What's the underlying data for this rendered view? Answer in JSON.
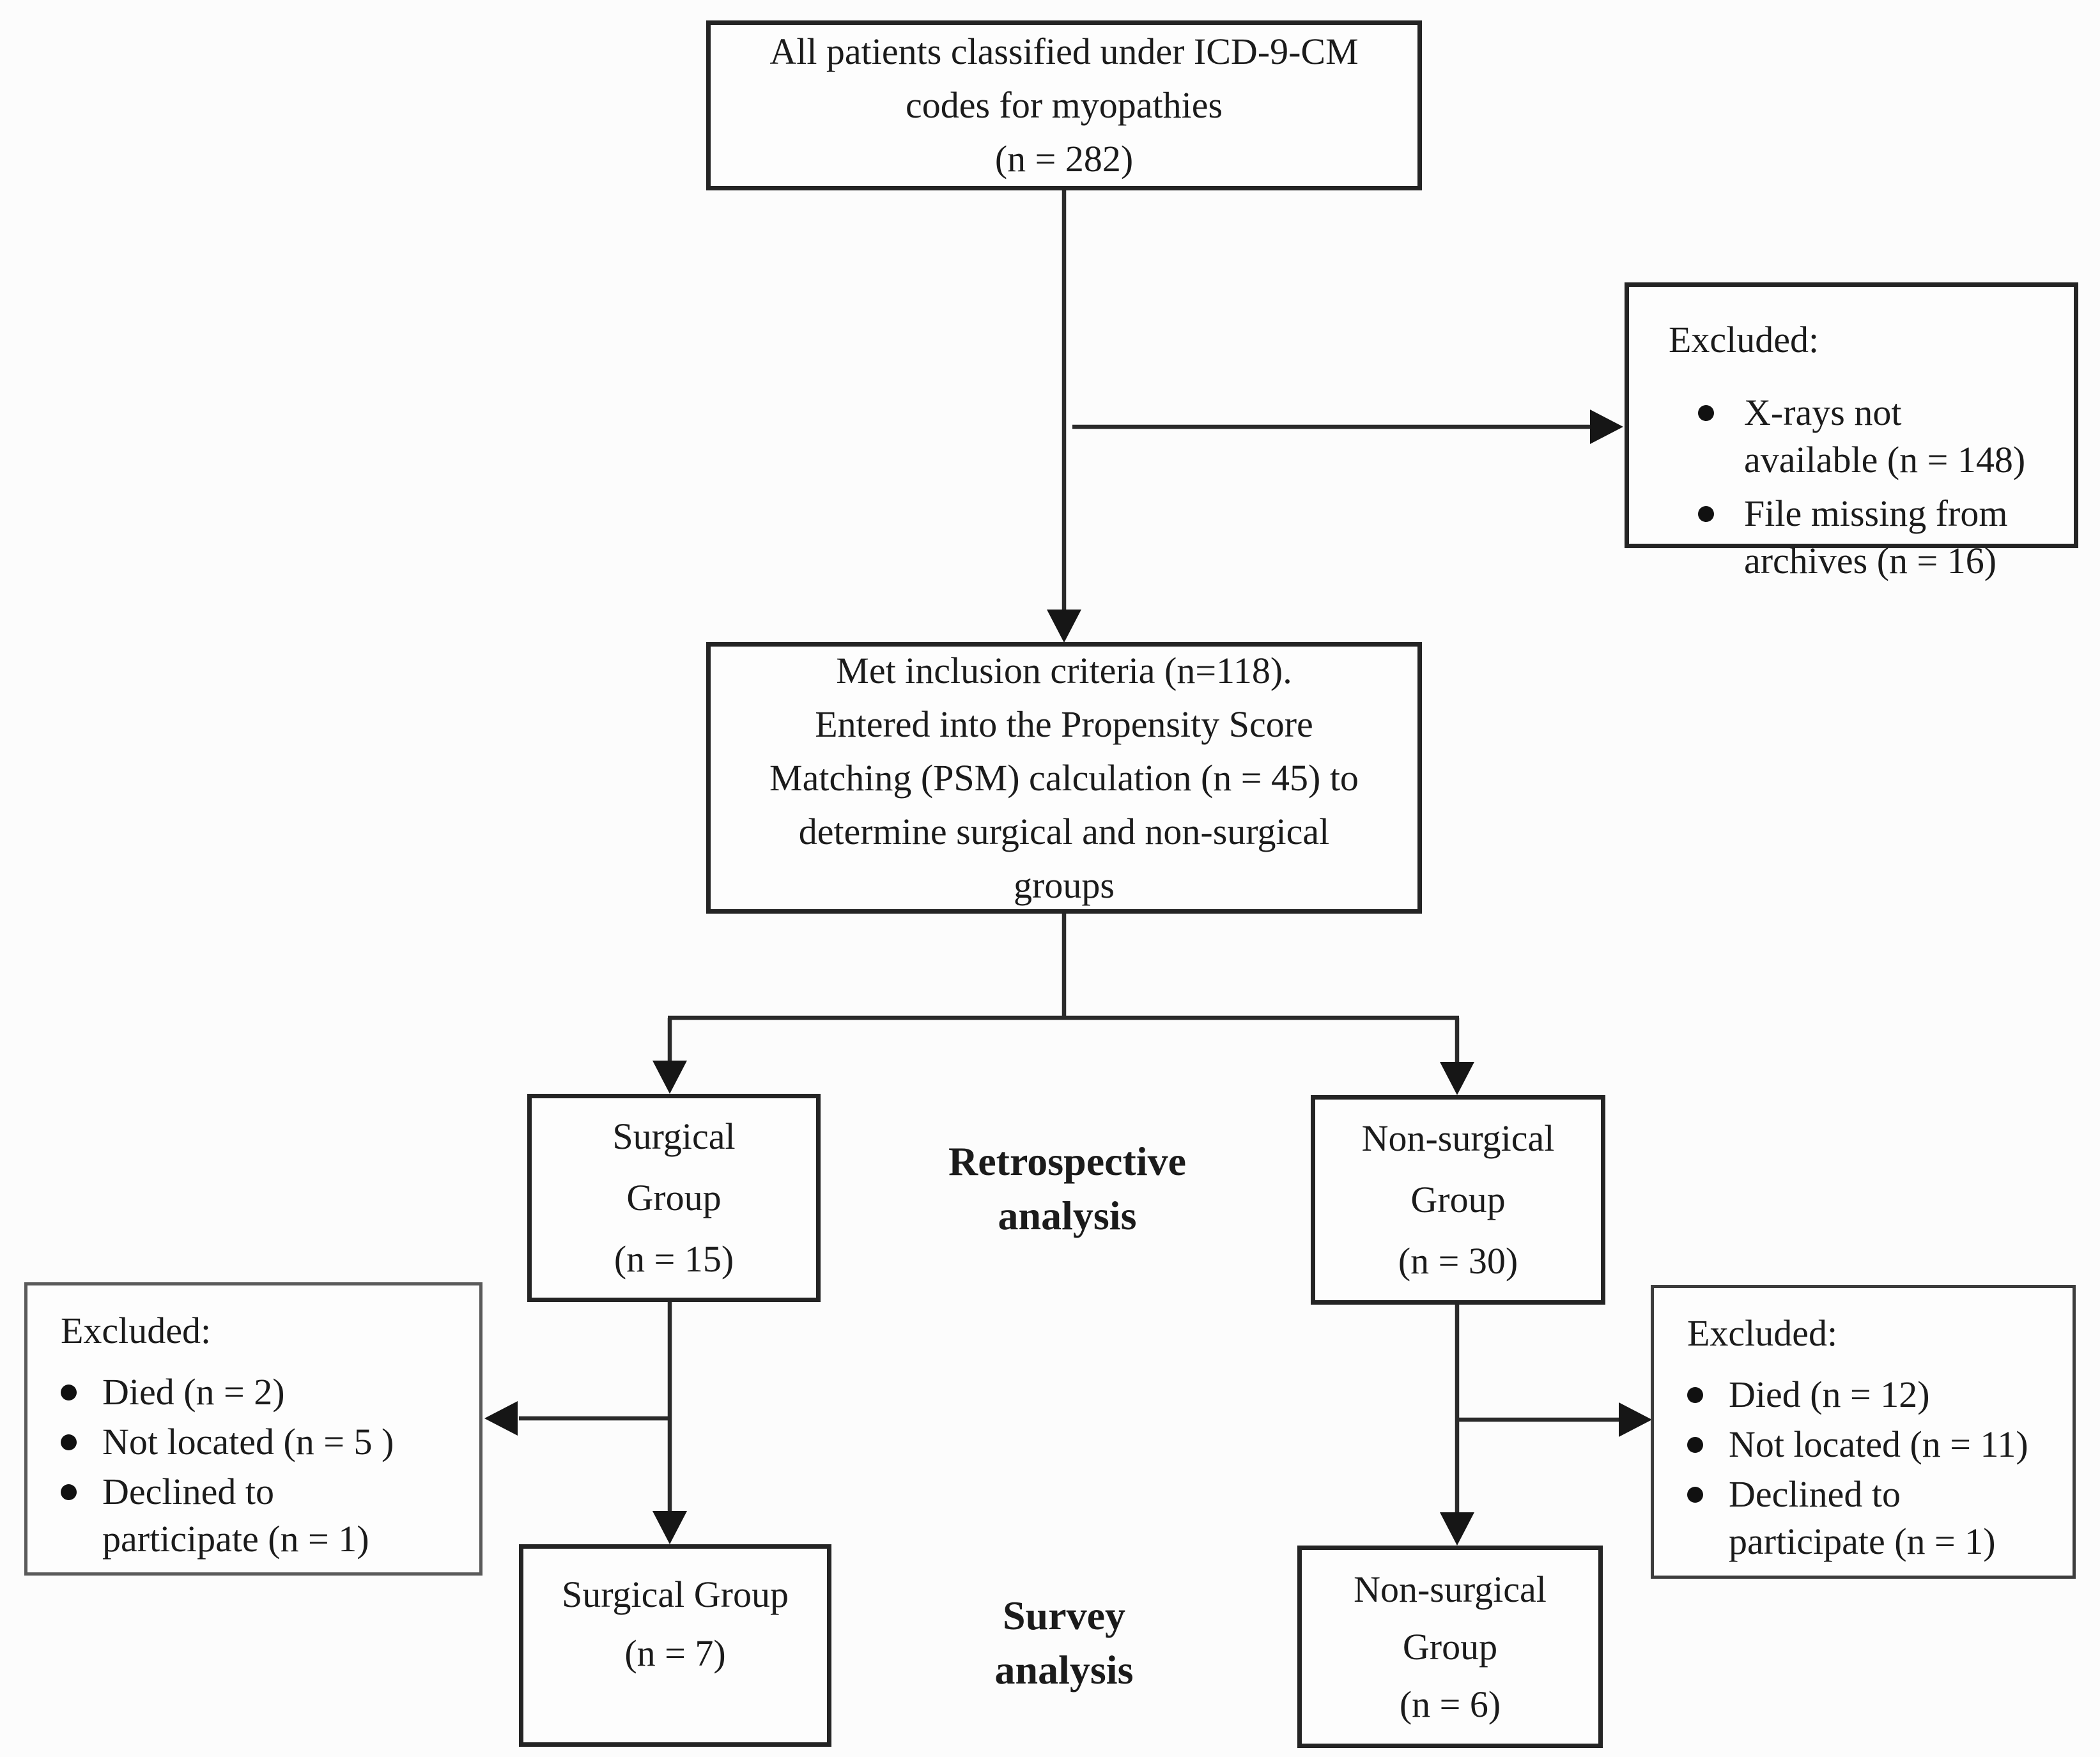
{
  "figure": {
    "type": "patient-flow-diagram",
    "colors": {
      "background": "#fcfcfc",
      "box_fill": "#fdfdfd",
      "box_border": "#242424",
      "excluded_border_light": "#5a5a5a",
      "line": "#2a2a2a",
      "ink": "#1b1b1b"
    }
  },
  "boxes": {
    "all_patients": {
      "text": "All patients classified under ICD-9-CM\ncodes for myopathies\n(n = 282)"
    },
    "excluded_top": {
      "heading": "Excluded:",
      "items": [
        "X-rays not\navailable (n = 148)",
        "File missing from\narchives (n = 16)"
      ]
    },
    "inclusion": {
      "text": "Met inclusion criteria (n=118).\nEntered into the Propensity Score\nMatching (PSM) calculation (n = 45) to\ndetermine surgical and non-surgical\ngroups"
    },
    "surgical_retrospective": {
      "text": "Surgical\nGroup\n(n = 15)"
    },
    "nonsurgical_retrospective": {
      "text": "Non-surgical\nGroup\n(n = 30)"
    },
    "excluded_surgical": {
      "heading": "Excluded:",
      "items": [
        "Died (n = 2)",
        "Not located (n = 5 )",
        "Declined to\nparticipate (n = 1)"
      ]
    },
    "excluded_nonsurgical": {
      "heading": "Excluded:",
      "items": [
        "Died (n = 12)",
        "Not located (n = 11)",
        "Declined to\nparticipate (n = 1)"
      ]
    },
    "surgical_survey": {
      "text": "Surgical Group\n(n = 7)"
    },
    "nonsurgical_survey": {
      "text": "Non-surgical\nGroup\n(n = 6)"
    }
  },
  "labels": {
    "retrospective": "Retrospective\nanalysis",
    "survey": "Survey\nanalysis"
  }
}
